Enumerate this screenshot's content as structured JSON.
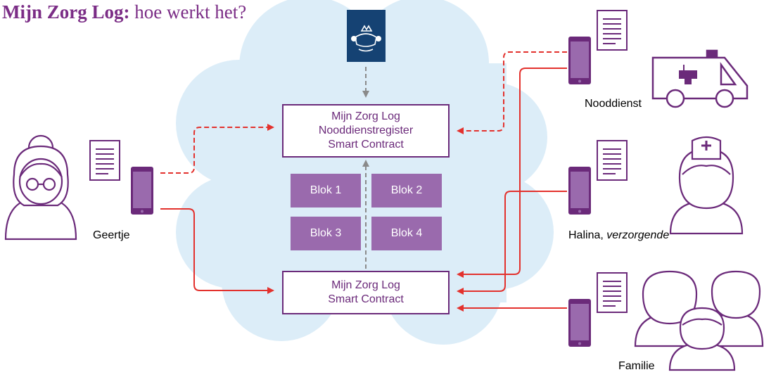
{
  "title": {
    "bold": "Mijn Zorg Log:",
    "rest": " hoe werkt het?"
  },
  "registry_box": {
    "line1": "Mijn Zorg Log",
    "line2": "Nooddienstregister",
    "line3": "Smart Contract"
  },
  "contract_box": {
    "line1": "Mijn Zorg Log",
    "line2": "Smart Contract"
  },
  "blocks": [
    "Blok 1",
    "Blok 2",
    "Blok 3",
    "Blok 4"
  ],
  "actors": {
    "geertje": "Geertje",
    "nooddienst": "Nooddienst",
    "halina_name": "Halina,",
    "halina_role": "verzorgende",
    "familie": "Familie"
  },
  "colors": {
    "purple": "#6b2a7a",
    "block": "#9a6aad",
    "cloud": "#dcedf8",
    "arrow_red": "#e3312d",
    "arrow_grey": "#8a8a8a",
    "gov_blue": "#154273"
  },
  "icons": [
    "government-logo-icon",
    "person-icon",
    "smartphone-icon",
    "document-icon",
    "ambulance-icon",
    "nurse-icon",
    "family-icon"
  ]
}
